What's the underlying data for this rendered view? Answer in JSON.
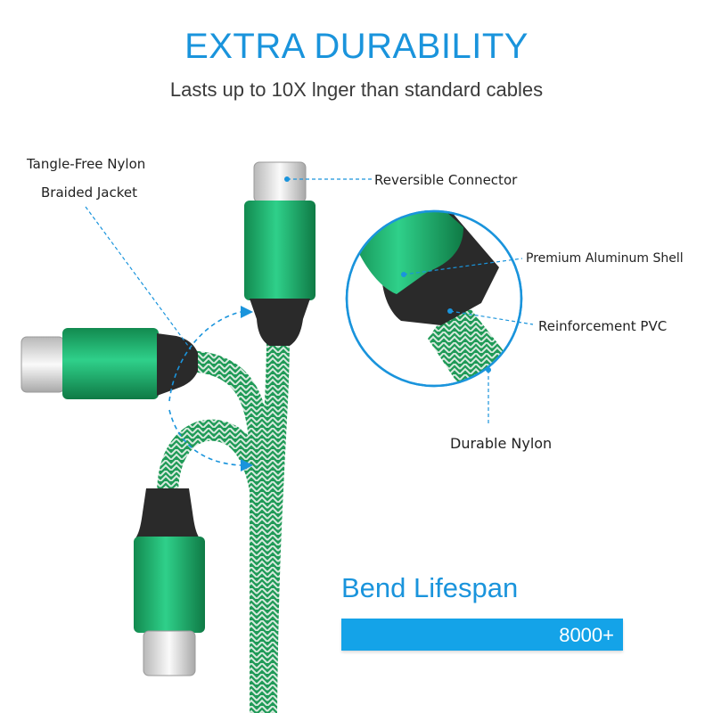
{
  "header": {
    "title": "EXTRA DURABILITY",
    "subtitle": "Lasts up to 10X lnger than standard cables"
  },
  "callouts": {
    "tangle_line1": "Tangle-Free Nylon",
    "tangle_line2": "Braided Jacket",
    "reversible": "Reversible Connector",
    "aluminum": "Premium Aluminum Shell",
    "pvc": "Reinforcement PVC",
    "nylon": "Durable Nylon"
  },
  "bend": {
    "title": "Bend Lifespan",
    "value": "8000+",
    "fill_fraction": 1.0
  },
  "colors": {
    "accent": "#1a94dc",
    "shell_green": "#1fae6a",
    "bar_fill": "#14a3e8"
  }
}
